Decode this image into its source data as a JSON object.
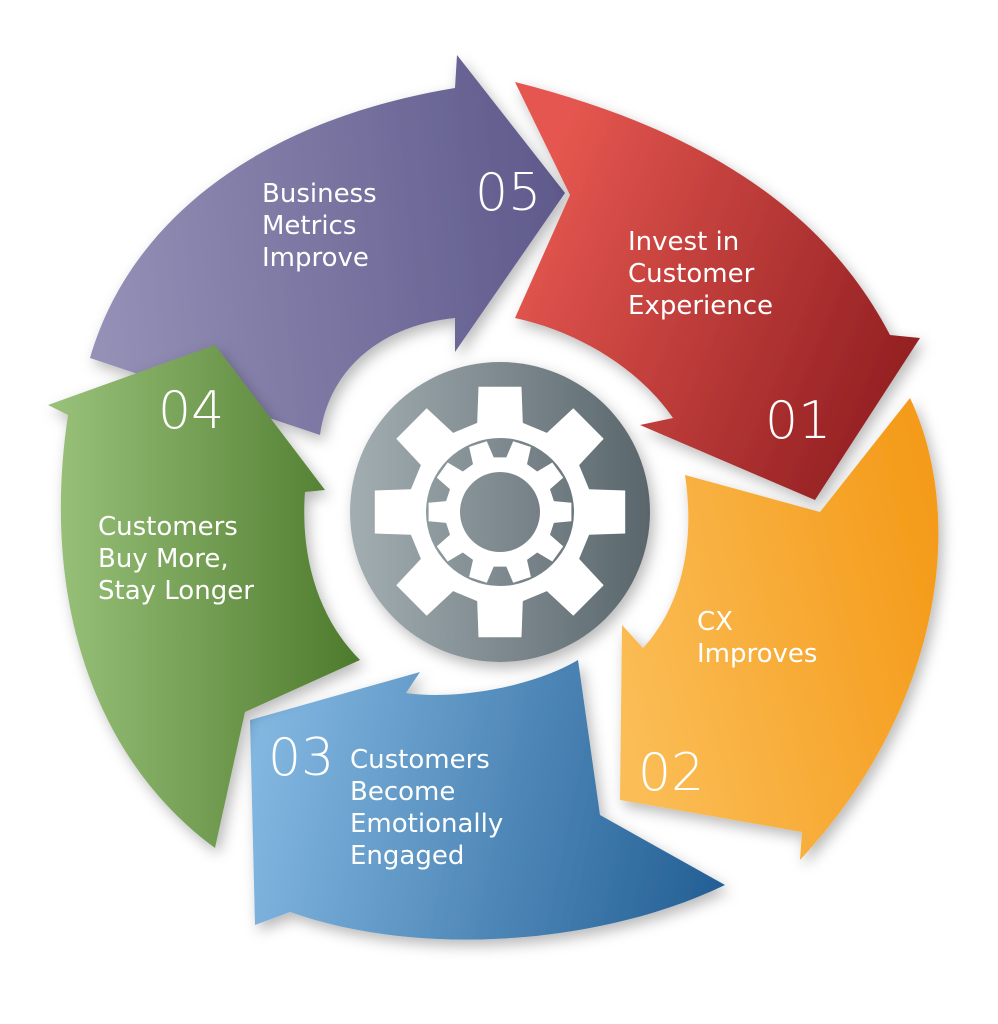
{
  "diagram": {
    "steps": [
      {
        "number": "01",
        "lines": [
          "Invest in",
          "Customer",
          "Experience"
        ],
        "color_light": "#e4564f",
        "color_dark": "#8d1c1f"
      },
      {
        "number": "02",
        "lines": [
          "CX",
          "Improves"
        ],
        "color_light": "#fbbd56",
        "color_dark": "#f49b1a"
      },
      {
        "number": "03",
        "lines": [
          "Customers",
          "Become",
          "Emotionally",
          "Engaged"
        ],
        "color_light": "#82b7e1",
        "color_dark": "#235f94"
      },
      {
        "number": "04",
        "lines": [
          "Customers",
          "Buy More,",
          "Stay Longer"
        ],
        "color_light": "#9ac27b",
        "color_dark": "#4d7a2c"
      },
      {
        "number": "05",
        "lines": [
          "Business",
          "Metrics",
          "Improve"
        ],
        "color_light": "#9590b6",
        "color_dark": "#5f5a8c"
      }
    ],
    "center_icon": "gear-icon",
    "center_color_light": "#a3aeb2",
    "center_color_dark": "#59666c"
  }
}
